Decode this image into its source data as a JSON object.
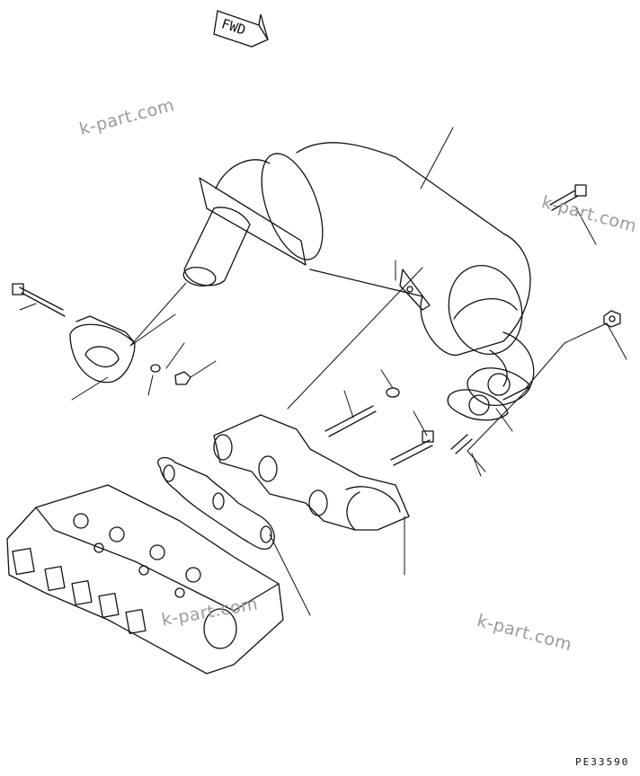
{
  "fwd_label": "FWD",
  "watermarks": [
    "k-part.com",
    "k-part.com",
    "k-part.com",
    "k-part.com"
  ],
  "drawing_code": "PE33590",
  "colors": {
    "line": "#111111",
    "watermark": "#9a9a9a",
    "background": "#ffffff"
  }
}
